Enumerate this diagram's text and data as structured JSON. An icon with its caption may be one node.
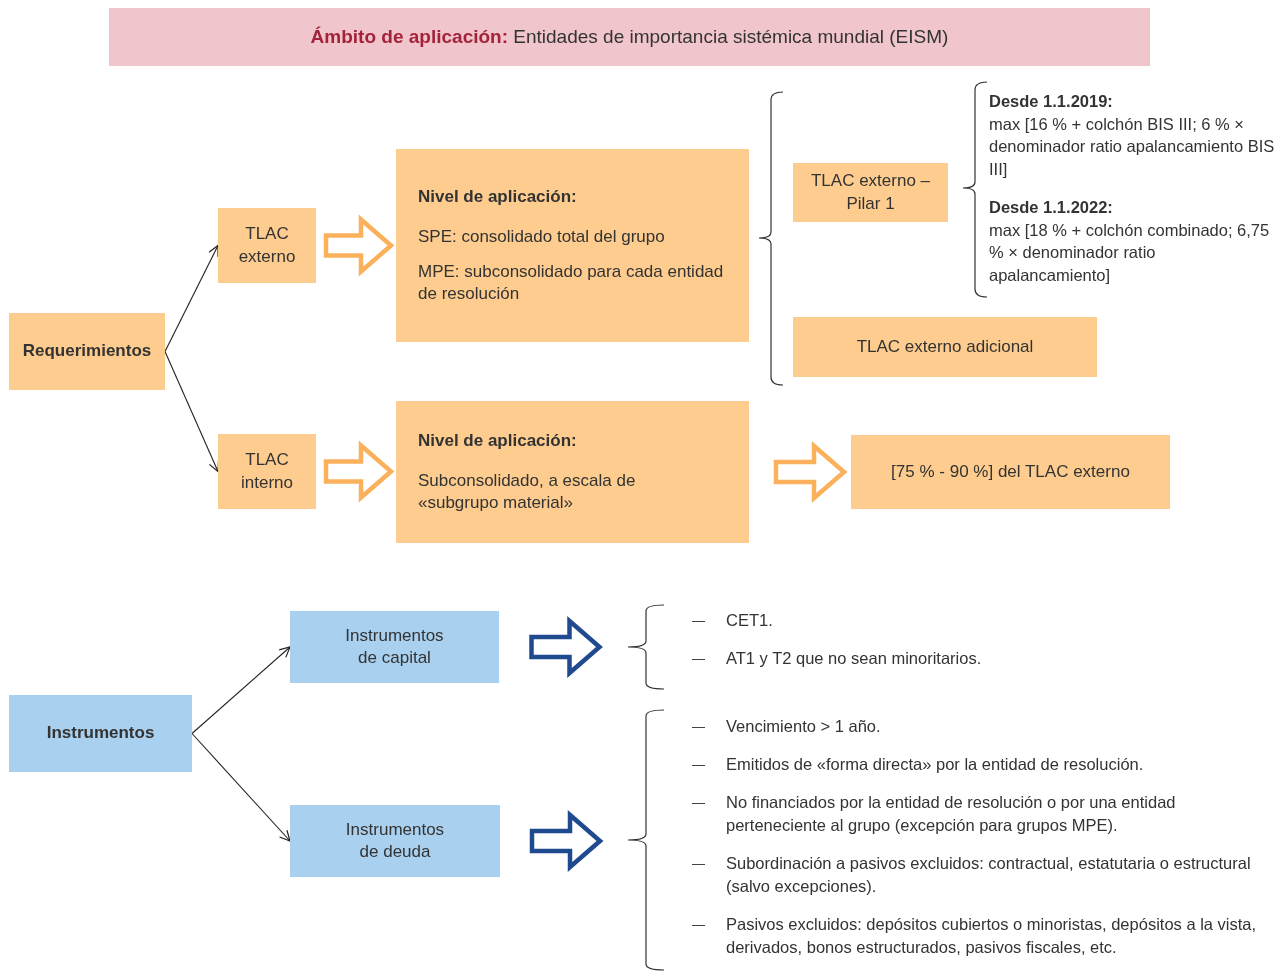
{
  "diagram": {
    "nodes": [
      {
        "text": [
          "**Ámbito de aplicación:** Entidades de importancia sistémica mundial (EISM)"
        ]
      },
      {
        "text": [
          "Requerimientos"
        ]
      },
      {
        "text": [
          "TLAC externo"
        ]
      },
      {
        "text": [
          "TLAC interno"
        ]
      },
      {
        "text": [
          "Nivel de aplicación:",
          "SPE: consolidado total del grupo",
          "MPE: subconsolidado para cada entidad de resolución"
        ]
      },
      {
        "text": [
          "Nivel de aplicación:",
          "Subconsolidado, a escala de «subgrupo material»"
        ]
      },
      {
        "text": [
          "TLAC externo – Pilar 1"
        ]
      },
      {
        "text": [
          "TLAC externo adicional"
        ]
      },
      {
        "text": [
          "[75 % - 90 %] del TLAC externo"
        ]
      },
      {
        "text": [
          "Instrumentos"
        ]
      },
      {
        "text": [
          "Instrumentos de capital"
        ]
      },
      {
        "text": [
          "Instrumentos de deuda"
        ]
      },
      {
        "text": [
          "CET1.",
          "AT1 y T2 que no sean minoritarios."
        ]
      },
      {
        "text": [
          "Vencimiento > 1 año.",
          "Emitidos de «forma directa» por la entidad de resolución.",
          "No financiados por la entidad de resolución o por una entidad perteneciente al grupo (excepción para grupos MPE).",
          "Subordinación a pasivos excluidos: contractual, estatutaria o estructural (salvo excepciones).",
          "Pasivos excluidos: depósitos cubiertos o minoristas, depósitos a la vista, derivados, bonos estructurados, pasivos fiscales, etc."
        ]
      }
    ],
    "edges": [
      {
        "from": 1,
        "to": 2,
        "arrow": "to"
      },
      {
        "from": 1,
        "to": 3,
        "arrow": "to"
      },
      {
        "from": 2,
        "to": 4,
        "arrow": "to",
        "style": "thick",
        "color": "#fbb15c"
      },
      {
        "from": 3,
        "to": 5,
        "arrow": "to",
        "style": "thick",
        "color": "#fbb15c"
      },
      {
        "from": 5,
        "to": 8,
        "arrow": "to",
        "style": "thick",
        "color": "#fbb15c"
      },
      {
        "from": 9,
        "to": 10,
        "arrow": "to"
      },
      {
        "from": 9,
        "to": 11,
        "arrow": "to"
      },
      {
        "from": 10,
        "to": 12,
        "arrow": "to",
        "style": "thick",
        "color": "#1f4a8f"
      },
      {
        "from": 11,
        "to": 13,
        "arrow": "to",
        "style": "thick",
        "color": "#1f4a8f"
      }
    ],
    "labels": [
      "Desde 1.1.2019:",
      "max [16 % + colchón BIS III; 6 % × denominador ratio apalancamiento BIS III]",
      "Desde 1.1.2022:",
      "max [18 % + colchón combinado; 6,75 % × denominador ratio apalancamiento]"
    ]
  }
}
